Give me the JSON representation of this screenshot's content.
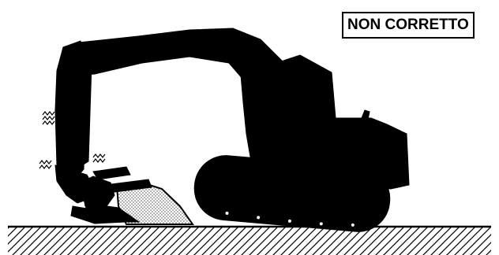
{
  "figure": {
    "status_label": "NON CORRETTO",
    "colors": {
      "silhouette": "#000000",
      "background": "#ffffff",
      "debris": "#ffffff"
    },
    "icons": [
      "excavator-silhouette",
      "vibration-marks",
      "debris-pile",
      "hatched-ground"
    ]
  }
}
